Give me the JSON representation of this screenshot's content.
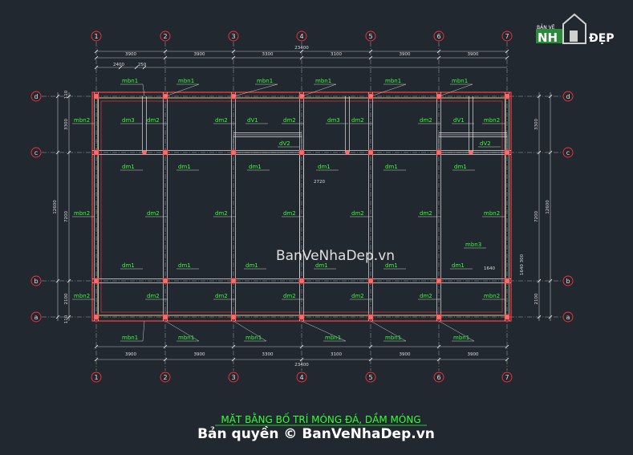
{
  "grid": {
    "columns": [
      "1",
      "2",
      "3",
      "4",
      "5",
      "6",
      "7"
    ],
    "rows": [
      "d",
      "c",
      "b",
      "a"
    ]
  },
  "dimensions": {
    "spans_top": [
      "3900",
      "3900",
      "3300",
      "3100",
      "3900",
      "3900"
    ],
    "spans_bottom": [
      "3900",
      "3900",
      "3300",
      "3100",
      "3900",
      "3900"
    ],
    "total": "23400",
    "small_top": [
      "2400",
      "250"
    ],
    "left": [
      "3300",
      "7200",
      "2100"
    ],
    "left_total": "12600",
    "right": [
      "3300",
      "7200",
      "2100"
    ],
    "right_total": "12600",
    "small_side": "110",
    "inner_2720": "2720",
    "inner_1640": "1640",
    "inner_300": "1640 300"
  },
  "labels": {
    "mbn1": "mbn1",
    "mbn2": "mbn2",
    "mbn3": "mbn3",
    "dm1": "dm1",
    "dm2": "dm2",
    "dm3": "dm3",
    "dv1": "dV1",
    "dv2": "dV2"
  },
  "title": "MẶT BẰNG BỐ TRÍ MÓNG ĐÁ, DẦM MÓNG",
  "watermark_center": "BanVeNhaDep.vn",
  "copyright": "Bản quyền © BanVeNhaDep.vn",
  "logo": {
    "top": "BẢN VẼ",
    "nha": "NH",
    "dep": "ĐẸP"
  },
  "colors": {
    "background": "#212830",
    "grid_line": "#cccccc",
    "beam_red": "#ff4040",
    "beam_yellow": "#e8c080",
    "tag_green": "#33ff33",
    "axis_circle": "#ff3030"
  }
}
